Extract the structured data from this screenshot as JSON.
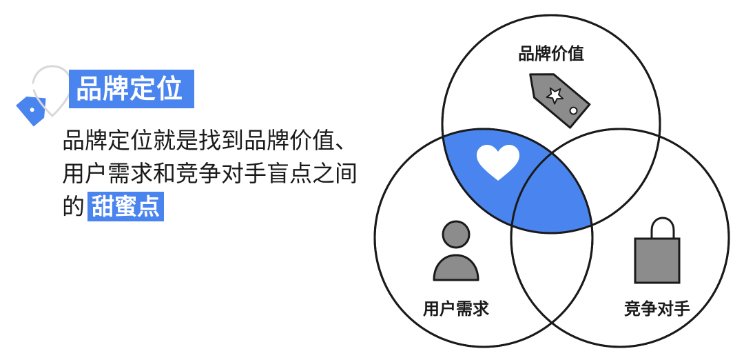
{
  "header": {
    "title": "品牌定位",
    "icon": "brand-tag-pin-icon"
  },
  "description": {
    "line1": "品牌定位就是找到品牌价值、",
    "line2": "用户需求和竞争对手盲点之间",
    "line3_prefix": "的",
    "highlight": "甜蜜点"
  },
  "venn": {
    "top_label": "品牌价值",
    "left_label": "用户需求",
    "right_label": "竞争对手",
    "top_icon": "price-tag-star-icon",
    "left_icon": "user-icon",
    "right_icon": "shopping-bag-icon",
    "center_icon": "heart-icon"
  },
  "colors": {
    "accent": "#4a84ef",
    "icon_fill": "#8c8c8c",
    "stroke": "#1a1a1a",
    "text": "#1a1a1a"
  }
}
